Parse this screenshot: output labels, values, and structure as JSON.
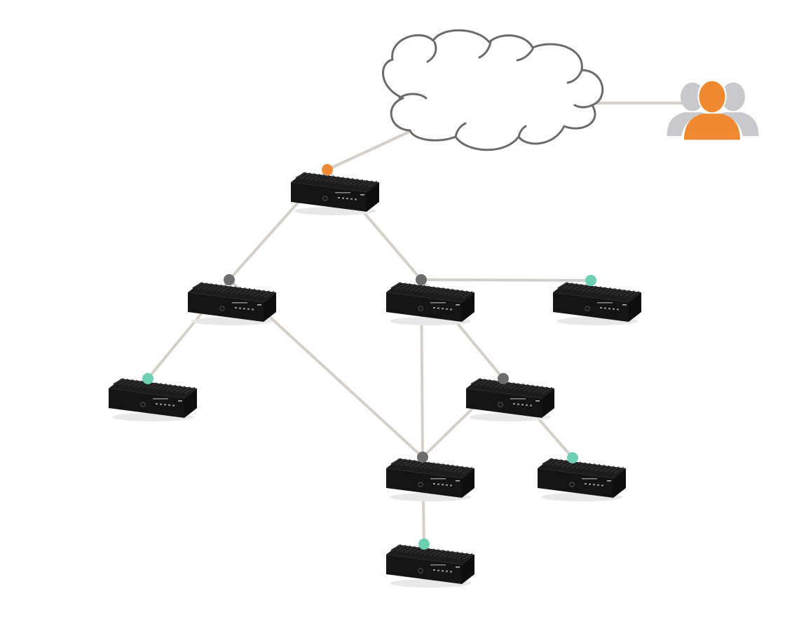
{
  "diagram": {
    "type": "mesh-network-topology",
    "colors": {
      "background": "#ffffff",
      "link": "#d3d0cc",
      "cloud_stroke": "#6b6b6b",
      "cloud_fill": "#ffffff",
      "user_primary": "#f08a32",
      "user_secondary": "#c9c9cb",
      "device_body": "#1c1c1c",
      "device_fin": "#2e2e2e",
      "device_front": "#141414",
      "status_gateway": "#f08a32",
      "status_relay": "#6d6d6d",
      "status_leaf": "#6fcfb2"
    },
    "icons": {
      "cloud": "cloud-icon",
      "users": "user-group-icon",
      "device": "router-device-icon"
    },
    "nodes": [
      {
        "id": "gateway",
        "role": "gateway",
        "status": "status_gateway"
      },
      {
        "id": "relay-left",
        "role": "relay",
        "status": "status_relay"
      },
      {
        "id": "relay-center",
        "role": "relay",
        "status": "status_relay"
      },
      {
        "id": "leaf-right",
        "role": "leaf",
        "status": "status_leaf"
      },
      {
        "id": "leaf-left",
        "role": "leaf",
        "status": "status_leaf"
      },
      {
        "id": "relay-mid-right",
        "role": "relay",
        "status": "status_relay"
      },
      {
        "id": "relay-bottom",
        "role": "relay",
        "status": "status_relay"
      },
      {
        "id": "leaf-bottom-right",
        "role": "leaf",
        "status": "status_leaf"
      },
      {
        "id": "leaf-bottom",
        "role": "leaf",
        "status": "status_leaf"
      }
    ],
    "links": [
      {
        "from": "cloud",
        "to": "users"
      },
      {
        "from": "cloud",
        "to": "gateway"
      },
      {
        "from": "gateway",
        "to": "relay-left"
      },
      {
        "from": "gateway",
        "to": "relay-center"
      },
      {
        "from": "relay-center",
        "to": "leaf-right"
      },
      {
        "from": "relay-left",
        "to": "leaf-left"
      },
      {
        "from": "relay-left",
        "to": "relay-bottom"
      },
      {
        "from": "relay-center",
        "to": "relay-bottom"
      },
      {
        "from": "relay-center",
        "to": "relay-mid-right"
      },
      {
        "from": "relay-mid-right",
        "to": "relay-bottom"
      },
      {
        "from": "relay-mid-right",
        "to": "leaf-bottom-right"
      },
      {
        "from": "relay-bottom",
        "to": "leaf-bottom"
      }
    ]
  }
}
